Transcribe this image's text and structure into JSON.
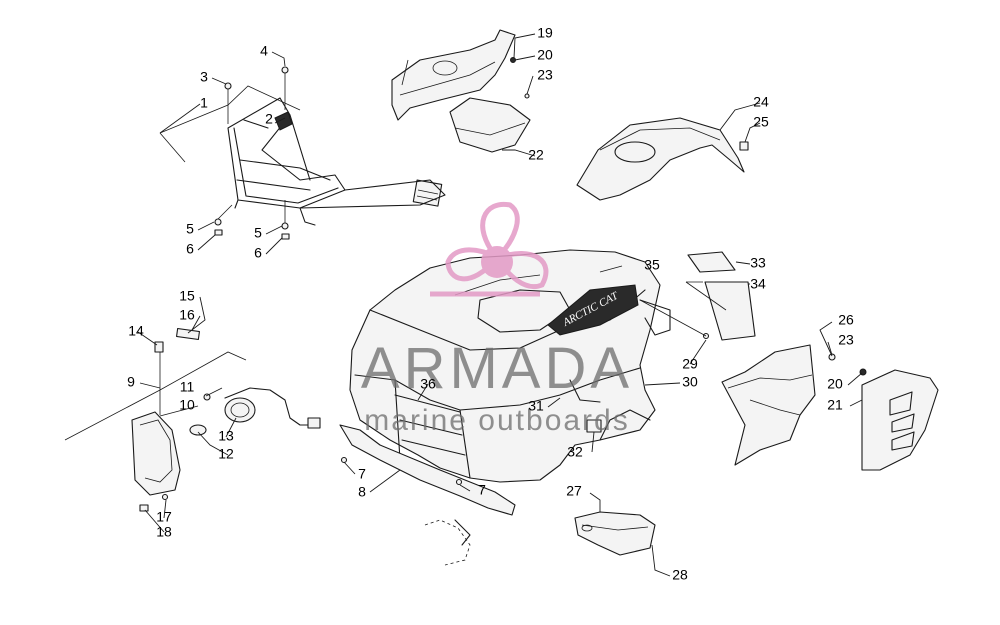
{
  "watermark": {
    "brand": "ARMADA",
    "tagline": "marine outboards",
    "logo_color": "#e39ac6"
  },
  "decal_text": "ARCTIC CAT",
  "callouts": [
    "1",
    "2",
    "3",
    "4",
    "5",
    "5",
    "6",
    "6",
    "7",
    "7",
    "8",
    "9",
    "10",
    "11",
    "12",
    "13",
    "14",
    "15",
    "16",
    "17",
    "18",
    "19",
    "20",
    "20",
    "21",
    "22",
    "23",
    "23",
    "24",
    "25",
    "26",
    "27",
    "28",
    "29",
    "30",
    "31",
    "32",
    "33",
    "34",
    "35",
    "36"
  ]
}
